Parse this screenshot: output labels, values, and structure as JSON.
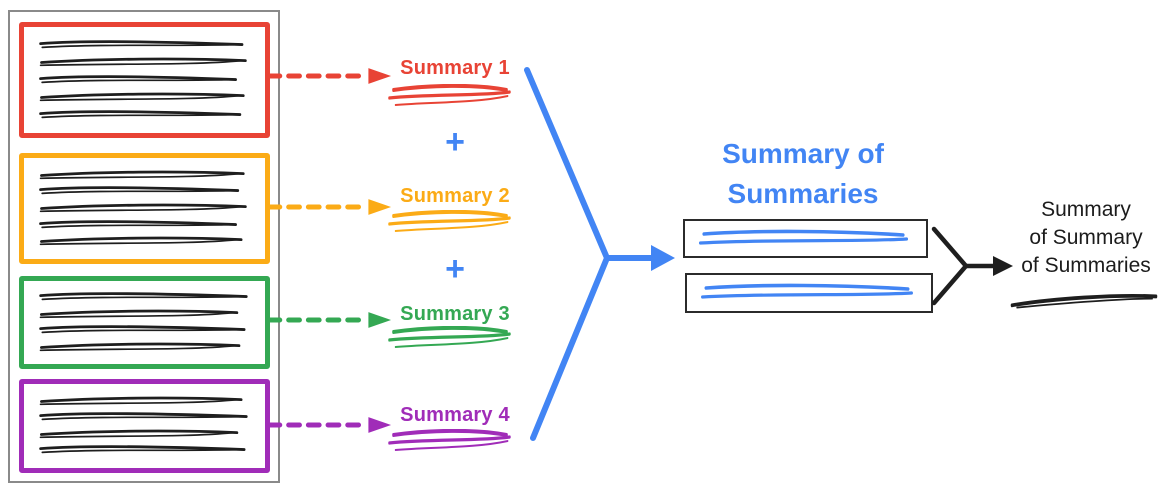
{
  "colors": {
    "red": "#e84335",
    "yellow": "#fbab16",
    "green": "#34a853",
    "purple": "#a02cb8",
    "blue": "#4285f4",
    "ink": "#1e1e1e",
    "panel_border": "#8a8a8a"
  },
  "source_panel": {
    "sections": [
      {
        "color": "#e84335",
        "scribble_lines": 5
      },
      {
        "color": "#fbab16",
        "scribble_lines": 5
      },
      {
        "color": "#34a853",
        "scribble_lines": 4
      },
      {
        "color": "#a02cb8",
        "scribble_lines": 4
      }
    ]
  },
  "summaries": [
    {
      "label": "Summary 1",
      "color": "#e84335"
    },
    {
      "label": "Summary 2",
      "color": "#fbab16"
    },
    {
      "label": "Summary 3",
      "color": "#34a853"
    },
    {
      "label": "Summary 4",
      "color": "#a02cb8"
    }
  ],
  "plus_signs": [
    "+",
    "+"
  ],
  "summary_of_summaries": {
    "title": "Summary of Summaries",
    "title_lines": [
      "Summary of",
      "Summaries"
    ],
    "title_color": "#4285f4",
    "box_count": 2
  },
  "final_summary": {
    "label": "Summary of Summary of Summaries",
    "label_lines": [
      "Summary",
      "of Summary",
      "of Summaries"
    ],
    "label_color": "#1c1c1c"
  }
}
